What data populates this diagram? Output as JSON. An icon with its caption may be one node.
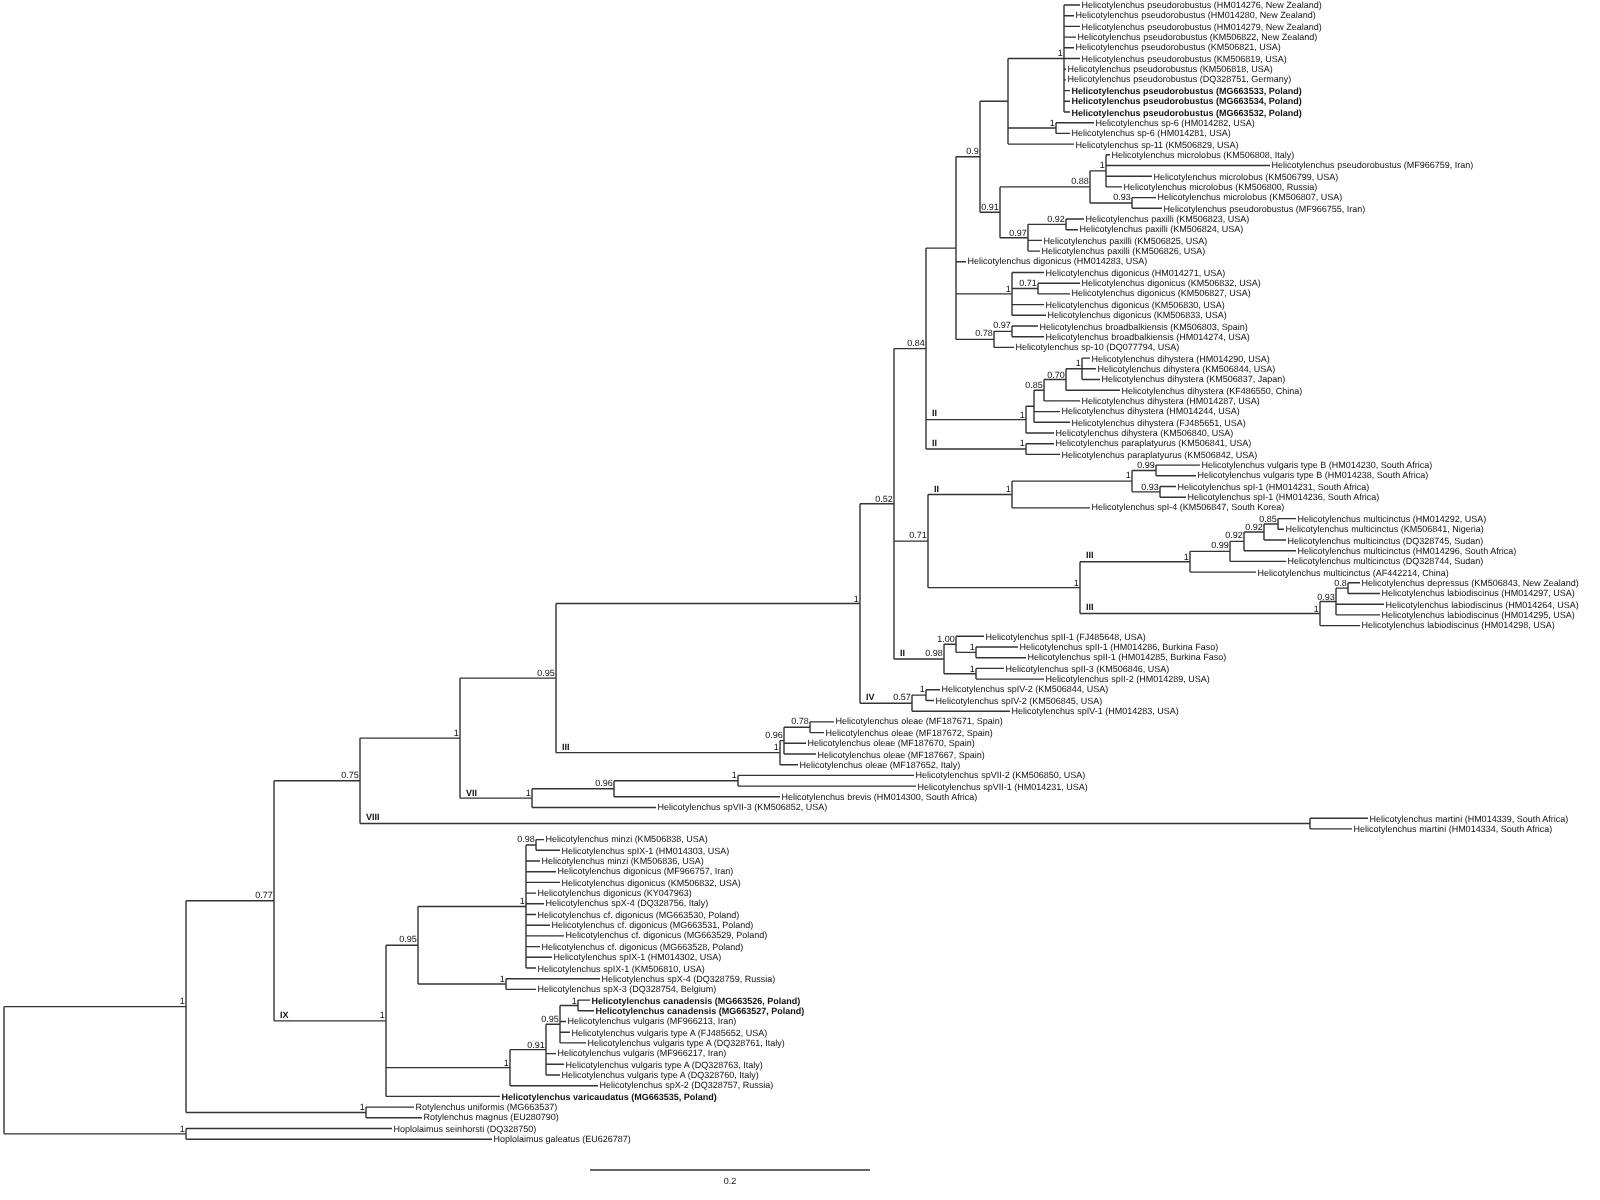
{
  "diagram": {
    "labels": [
      "1",
      "0.77",
      "0.75",
      "1",
      "0.95",
      "1",
      "0.52",
      "0.84",
      "0.9",
      "1",
      "Helicotylenchus pseudorobustus (HM014276, New Zealand)",
      "Helicotylenchus pseudorobustus (HM014280, New Zealand)",
      "Helicotylenchus pseudorobustus (HM014279, New Zealand)",
      "Helicotylenchus pseudorobustus (KM506822, New Zealand)",
      "Helicotylenchus pseudorobustus (KM506821, USA)",
      "Helicotylenchus pseudorobustus (KM506819, USA)",
      "Helicotylenchus pseudorobustus (KM506818, USA)",
      "Helicotylenchus pseudorobustus (DQ328751, Germany)",
      "Helicotylenchus pseudorobustus (MG663533, Poland)",
      "Helicotylenchus pseudorobustus (MG663534, Poland)",
      "Helicotylenchus pseudorobustus (MG663532, Poland)",
      "1",
      "Helicotylenchus sp-6 (HM014282, USA)",
      "Helicotylenchus sp-6 (HM014281, USA)",
      "Helicotylenchus sp-11 (KM506829, USA)",
      "0.91",
      "0.88",
      "1",
      "Helicotylenchus microlobus (KM506808, Italy)",
      "Helicotylenchus pseudorobustus (MF966759, Iran)",
      "Helicotylenchus microlobus (KM506799, USA)",
      "Helicotylenchus microlobus (KM506800, Russia)",
      "0.93",
      "Helicotylenchus microlobus (KM506807, USA)",
      "Helicotylenchus pseudorobustus (MF966755, Iran)",
      "0.97",
      "0.92",
      "Helicotylenchus paxilli (KM506823, USA)",
      "Helicotylenchus paxilli (KM506824, USA)",
      "Helicotylenchus paxilli (KM506825, USA)",
      "Helicotylenchus paxilli (KM506826, USA)",
      "Helicotylenchus digonicus (HM014283, USA)",
      "1",
      "Helicotylenchus digonicus (HM014271, USA)",
      "0.71",
      "Helicotylenchus digonicus (KM506832, USA)",
      "Helicotylenchus digonicus (KM506827, USA)",
      "Helicotylenchus digonicus (KM506830, USA)",
      "Helicotylenchus digonicus (KM506833, USA)",
      "0.78",
      "0.97",
      "Helicotylenchus broadbalkiensis (KM506803, Spain)",
      "Helicotylenchus broadbalkiensis (HM014274, USA)",
      "Helicotylenchus sp-10 (DQ077794, USA)",
      "1",
      "II",
      "0.85",
      "0.70",
      "1",
      "Helicotylenchus dihystera (HM014290, USA)",
      "Helicotylenchus dihystera (KM506844, USA)",
      "Helicotylenchus dihystera (KM506837, Japan)",
      "Helicotylenchus dihystera (KF486550, China)",
      "Helicotylenchus dihystera (HM014287, USA)",
      "Helicotylenchus dihystera (HM014244, USA)",
      "Helicotylenchus dihystera (FJ485651, USA)",
      "Helicotylenchus dihystera (KM506840, USA)",
      "1",
      "II",
      "Helicotylenchus paraplatyurus (KM506841, USA)",
      "Helicotylenchus paraplatyurus (KM506842, USA)",
      "0.71",
      "1",
      "II",
      "1",
      "0.99",
      "Helicotylenchus vulgaris type B (HM014230, South Africa)",
      "Helicotylenchus vulgaris type B (HM014238, South Africa)",
      "0.93",
      "Helicotylenchus spI-1 (HM014231, South Africa)",
      "Helicotylenchus spI-1 (HM014236, South Africa)",
      "Helicotylenchus spI-4 (KM506847, South Korea)",
      "1",
      "1",
      "III",
      "0.99",
      "0.92",
      "0.92",
      "0.85",
      "Helicotylenchus multicinctus (HM014292, USA)",
      "Helicotylenchus multicinctus (KM506841, Nigeria)",
      "Helicotylenchus multicinctus (DQ328745, Sudan)",
      "Helicotylenchus multicinctus (HM014296, South Africa)",
      "Helicotylenchus multicinctus (DQ328744, Sudan)",
      "Helicotylenchus multicinctus (AF442214, China)",
      "1",
      "III",
      "0.93",
      "0.8",
      "Helicotylenchus depressus (KM506843, New Zealand)",
      "Helicotylenchus labiodiscinus (HM014297, USA)",
      "Helicotylenchus labiodiscinus (HM014264, USA)",
      "Helicotylenchus labiodiscinus (HM014295, USA)",
      "Helicotylenchus labiodiscinus (HM014298, USA)",
      "0.98",
      "II",
      "1.00",
      "Helicotylenchus spII-1 (FJ485648, USA)",
      "1",
      "Helicotylenchus spII-1 (HM014286, Burkina Faso)",
      "Helicotylenchus spII-1 (HM014285, Burkina Faso)",
      "1",
      "Helicotylenchus spII-3 (KM506846, USA)",
      "Helicotylenchus spII-2 (HM014289, USA)",
      "0.57",
      "IV",
      "1",
      "Helicotylenchus spIV-2 (KM506844, USA)",
      "Helicotylenchus spIV-2 (KM506845, USA)",
      "Helicotylenchus spIV-1 (HM014283, USA)",
      "1",
      "III",
      "0.96",
      "0.78",
      "Helicotylenchus oleae (MF187671, Spain)",
      "Helicotylenchus oleae (MF187672, Spain)",
      "Helicotylenchus oleae (MF187670, Spain)",
      "Helicotylenchus oleae (MF187667, Spain)",
      "Helicotylenchus oleae (MF187652, Italy)",
      "1",
      "VII",
      "0.96",
      "1",
      "Helicotylenchus spVII-2 (KM506850, USA)",
      "Helicotylenchus spVII-1 (HM014231, USA)",
      "Helicotylenchus brevis (HM014300, South Africa)",
      "Helicotylenchus spVII-3 (KM506852, USA)",
      "VIII",
      "Helicotylenchus martini (HM014339, South Africa)",
      "Helicotylenchus martini (HM014334, South Africa)",
      "1",
      "IX",
      "0.95",
      "1",
      "0.98",
      "Helicotylenchus minzi (KM506838, USA)",
      "Helicotylenchus spIX-1 (HM014303, USA)",
      "Helicotylenchus minzi (KM506836, USA)",
      "Helicotylenchus digonicus (MF966757, Iran)",
      "Helicotylenchus digonicus (KM506832, USA)",
      "Helicotylenchus digonicus (KY047963)",
      "Helicotylenchus spX-4 (DQ328756, Italy)",
      "Helicotylenchus cf. digonicus (MG663530, Poland)",
      "Helicotylenchus cf. digonicus (MG663531, Poland)",
      "Helicotylenchus cf. digonicus (MG663529, Poland)",
      "Helicotylenchus cf. digonicus (MG663528, Poland)",
      "Helicotylenchus spIX-1 (HM014302, USA)",
      "Helicotylenchus spIX-1 (KM506810, USA)",
      "1",
      "Helicotylenchus spX-4 (DQ328759, Russia)",
      "Helicotylenchus spX-3 (DQ328754, Belgium)",
      "1",
      "0.91",
      "0.95",
      "1",
      "Helicotylenchus canadensis (MG663526, Poland)",
      "Helicotylenchus canadensis (MG663527, Poland)",
      "Helicotylenchus vulgaris (MF966213, Iran)",
      "Helicotylenchus vulgaris type A (FJ485652, USA)",
      "Helicotylenchus vulgaris type A (DQ328761, Italy)",
      "Helicotylenchus vulgaris (MF966217, Iran)",
      "Helicotylenchus vulgaris type A (DQ328763, Italy)",
      "Helicotylenchus vulgaris type A (DQ328760, Italy)",
      "Helicotylenchus spX-2 (DQ328757, Russia)",
      "Helicotylenchus varicaudatus (MG663535, Poland)",
      "1",
      "Rotylenchus uniformis (MG663537)",
      "Rotylenchus magnus (EU280790)",
      "1",
      "Hoplolaimus seinhorsti (DQ328750)",
      "Hoplolaimus galeatus (EU626787)",
      "0.2"
    ]
  }
}
